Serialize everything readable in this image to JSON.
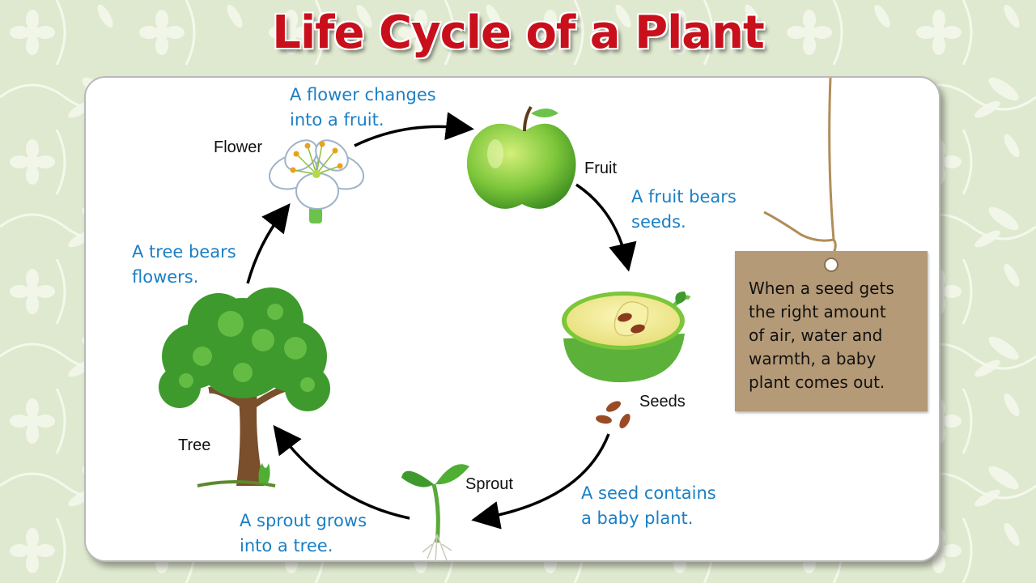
{
  "title": "Life Cycle of a Plant",
  "stages": {
    "flower": "Flower",
    "fruit": "Fruit",
    "seeds": "Seeds",
    "sprout": "Sprout",
    "tree": "Tree"
  },
  "captions": {
    "flower_to_fruit": [
      "A flower changes",
      "into a fruit."
    ],
    "fruit_to_seeds": [
      "A fruit bears",
      "seeds."
    ],
    "seeds_to_sprout": [
      "A seed contains",
      "a baby plant."
    ],
    "sprout_to_tree": [
      "A sprout grows",
      "into a tree."
    ],
    "tree_to_flower": [
      "A tree bears",
      "flowers."
    ]
  },
  "tag": {
    "lines": [
      "When a seed gets",
      "the right amount",
      "of air, water and",
      "warmth, a baby",
      "plant comes out."
    ]
  },
  "colors": {
    "title": "#c8101c",
    "caption": "#1a7fc4",
    "background": "#dfe9cf",
    "tag": "#b59a77",
    "apple": "#7cc63a",
    "leaf": "#3e9a2c"
  }
}
